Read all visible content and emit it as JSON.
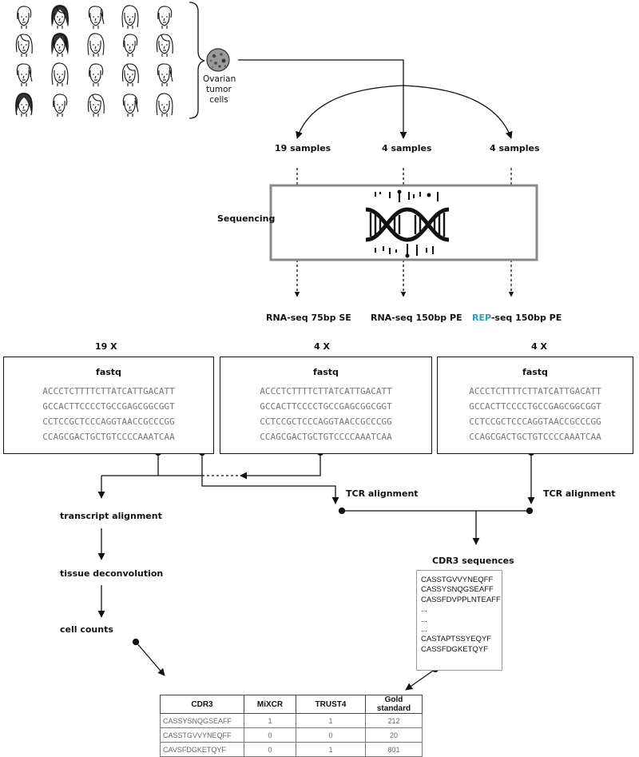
{
  "source_label": [
    "Ovarian",
    "tumor",
    "cells"
  ],
  "sample_groups": [
    "19 samples",
    "4 samples",
    "4 samples"
  ],
  "sequencing_label": "Sequencing",
  "seq_types": [
    {
      "prefix": "",
      "accent": "",
      "suffix": "RNA-seq 75bp SE"
    },
    {
      "prefix": "",
      "accent": "",
      "suffix": "RNA-seq 150bp PE"
    },
    {
      "prefix": "",
      "accent": "REP",
      "suffix": "-seq 150bp PE"
    }
  ],
  "accent_color": "#2a9fc6",
  "multipliers": [
    "19 X",
    "4 X",
    "4 X"
  ],
  "fastq_title": "fastq",
  "fastq_lines": [
    "ACCCTCTTTTCTTATCATTGACATT",
    "GCCACTTCCCCTGCCGAGCGGCGGT",
    "CCTCCGCTCCCAGGTAACCGCCCGG",
    "CCAGCGACTGCTGTCCCCAAATCAA"
  ],
  "pipeline_left": [
    "transcript alignment",
    "tissue deconvolution",
    "cell counts"
  ],
  "tcr_alignment": "TCR alignment",
  "cdr3_heading": "CDR3 sequences",
  "cdr3_list": [
    "CASSTGVVYNEQFF",
    "CASSYSNQGSEAFF",
    "CASSFDVPPLNTEAFF",
    "...",
    "...",
    "...",
    "CASTAPTSSYEQYF",
    "CASSFDGKETQYF"
  ],
  "results_table": {
    "headers": [
      "CDR3",
      "MiXCR",
      "TRUST4",
      "Gold standard"
    ],
    "rows": [
      [
        "CASSYSNQGSEAFF",
        "1",
        "1",
        "212"
      ],
      [
        "CASSTGVVYNEQFF",
        "0",
        "0",
        "20"
      ],
      [
        "CAVSFDGKETQYF",
        "0",
        "1",
        "801"
      ]
    ]
  }
}
